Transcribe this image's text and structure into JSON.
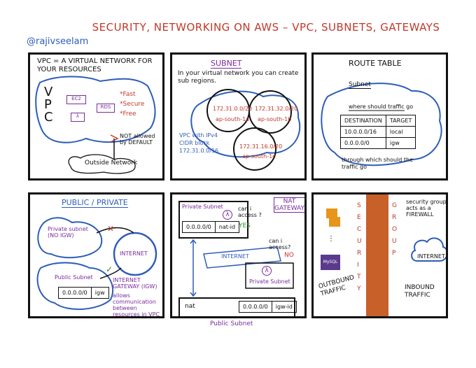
{
  "header": {
    "title": "SECURITY, NETWORKING ON AWS – VPC, SUBNETS, GATEWAYS",
    "handle": "@rajivseelam"
  },
  "vpc_panel": {
    "heading": "VPC = A VIRTUAL NETWORK FOR YOUR RESOURCES",
    "vpc_letters": "VPC",
    "ec2": "EC2",
    "lambda": "λ",
    "rds": "RDS",
    "benefits": [
      "*Fast",
      "*Secure",
      "*Free"
    ],
    "not_allowed": "NOT allowed by DEFAULT",
    "outside": "Outside Network"
  },
  "subnet_panel": {
    "heading": "SUBNET",
    "description": "In your virtual network you can create sub regions.",
    "subnets": [
      {
        "cidr": "172.31.0.0/20",
        "az": "ap-south-1a"
      },
      {
        "cidr": "172.31.32.0/20",
        "az": "ap-south-1b"
      },
      {
        "cidr": "172.31.16.0/20",
        "az": "ap-south-1c"
      }
    ],
    "vpc_note": "VPC with IPv4 CIDR block 172.31.0.0/16"
  },
  "route_panel": {
    "heading": "ROUTE TABLE",
    "subnet_label": "Subnet",
    "question": "where should traffic go",
    "columns": [
      "DESTINATION",
      "TARGET"
    ],
    "rows": [
      [
        "10.0.0.0/16",
        "local"
      ],
      [
        "0.0.0.0/0",
        "igw"
      ]
    ],
    "footer": "through which should the traffic go"
  },
  "public_private_panel": {
    "heading": "PUBLIC / PRIVATE",
    "private_subnet": "Private subnet (NO IGW)",
    "internet": "INTERNET",
    "public_subnet": "Public Subnet",
    "route_dest": "0.0.0.0/0",
    "route_target": "igw",
    "igw_label": "INTERNET GATEWAY (IGW)",
    "igw_note": "allows communication between resources in VPC and internet"
  },
  "nat_panel": {
    "private_subnet": "Private Subnet",
    "can_i_access": "can i access ?",
    "yes": "YES",
    "nat_gateway": "NAT GATEWAY",
    "private_route_dest": "0.0.0.0/0",
    "private_route_target": "nat-id",
    "internet": "INTERNET",
    "can_i_access_2": "can i access?",
    "no": "NO",
    "private_subnet_2": "Private Subnet",
    "lambda": "λ",
    "public_row_left": "nat",
    "public_route_dest": "0.0.0.0/0",
    "public_route_target": "igw-id",
    "public_subnet": "Public Subnet"
  },
  "sg_panel": {
    "security_group_letters": [
      "S",
      "E",
      "C",
      "U",
      "R",
      "I",
      "T",
      "Y"
    ],
    "group_letters": [
      "G",
      "R",
      "O",
      "U",
      "P"
    ],
    "sg_note": "security group acts as a FIREWALL",
    "internet": "INTERNET",
    "mysql": "MySQL",
    "outbound": "OUTBOUND TRAFFIC",
    "inbound": "INBOUND TRAFFIC"
  }
}
